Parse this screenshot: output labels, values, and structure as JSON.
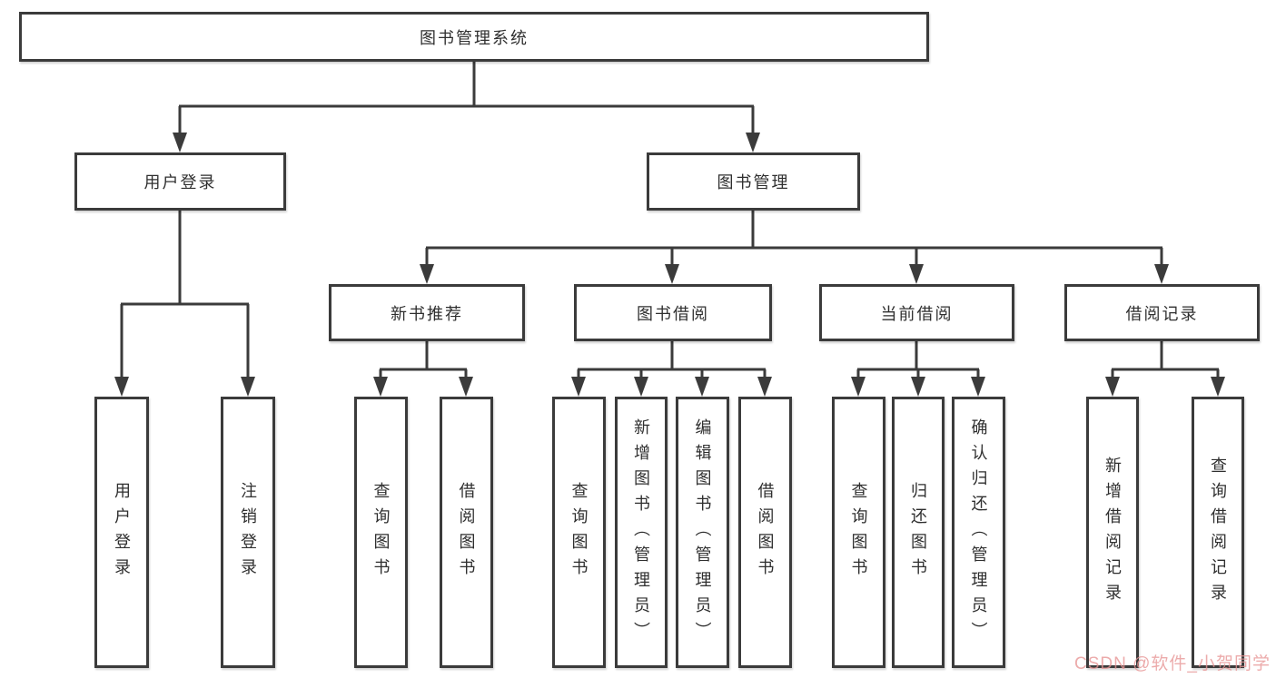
{
  "diagram": {
    "root": "图书管理系统",
    "user_login": {
      "label": "用户登录",
      "children": [
        "用户登录",
        "注销登录"
      ]
    },
    "book_mgmt": {
      "label": "图书管理",
      "sections": [
        {
          "label": "新书推荐",
          "children": [
            "查询图书",
            "借阅图书"
          ]
        },
        {
          "label": "图书借阅",
          "children": [
            "查询图书",
            "新增图书（管理员）",
            "编辑图书（管理员）",
            "借阅图书"
          ]
        },
        {
          "label": "当前借阅",
          "children": [
            "查询图书",
            "归还图书",
            "确认归还（管理员）"
          ]
        },
        {
          "label": "借阅记录",
          "children": [
            "新增借阅记录",
            "查询借阅记录"
          ]
        }
      ]
    }
  },
  "watermark": "CSDN @软件_小贺同学",
  "colors": {
    "line": "#3b3b3b",
    "text": "#2f2f2f",
    "watermark": "#e79494",
    "background": "#ffffff"
  }
}
